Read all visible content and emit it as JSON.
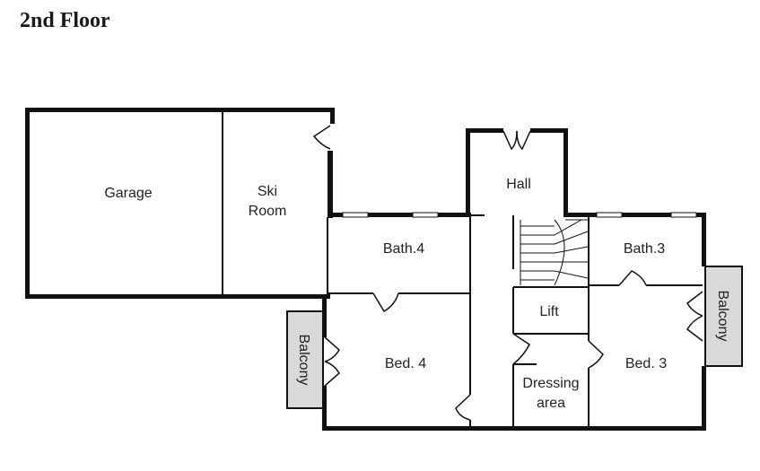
{
  "title": "2nd Floor",
  "rooms": {
    "garage": "Garage",
    "ski_room_line1": "Ski",
    "ski_room_line2": "Room",
    "hall": "Hall",
    "bath4": "Bath.4",
    "bath3": "Bath.3",
    "lift": "Lift",
    "bed4": "Bed. 4",
    "bed3": "Bed. 3",
    "dressing_line1": "Dressing",
    "dressing_line2": "area",
    "balcony_left": "Balcony",
    "balcony_right": "Balcony"
  }
}
